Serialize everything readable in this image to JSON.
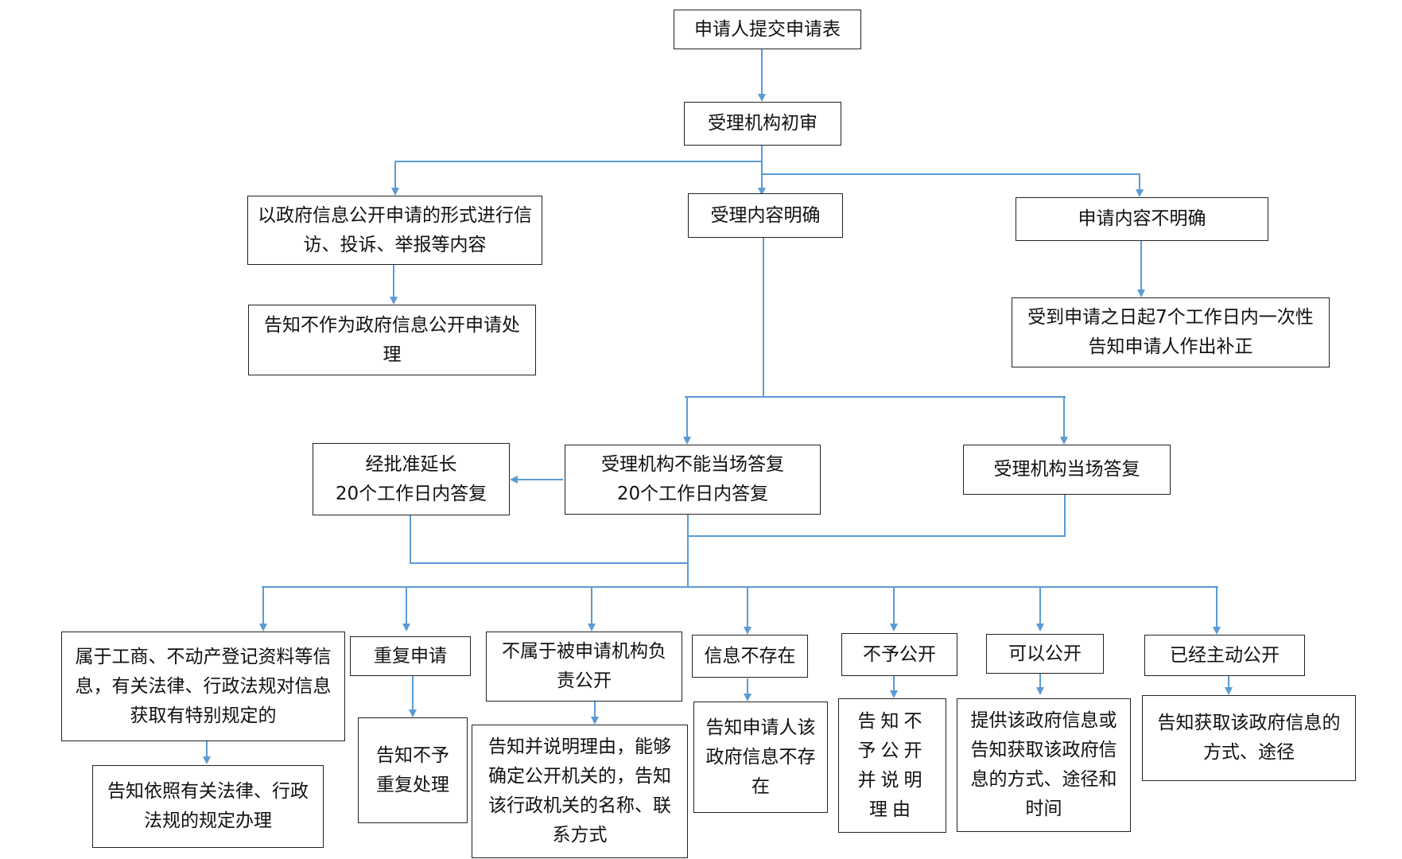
{
  "flowchart": {
    "nodes": {
      "submit": "申请人提交申请表",
      "initial_review": "受理机构初审",
      "petition_content": "以政府信息公开申请的形式进行信访、投诉、举报等内容",
      "content_clear": "受理内容明确",
      "content_unclear": "申请内容不明确",
      "not_disclosure_request": "告知不作为政府信息公开申请处理",
      "supplement_notice": "受到申请之日起7个工作日内一次性告知申请人作出补正",
      "extension": "经批准延长\n20个工作日内答复",
      "cannot_reply_now": "受理机构不能当场答复\n20个工作日内答复",
      "reply_on_spot": "受理机构当场答复",
      "special_laws": "属于工商、不动产登记资料等信息，有关法律、行政法规对信息获取有特别规定的",
      "repeat_request": "重复申请",
      "not_responsible": "不属于被申请机构负责公开",
      "not_exist": "信息不存在",
      "not_public": "不予公开",
      "can_public": "可以公开",
      "already_public": "已经主动公开",
      "handle_by_law": "告知依照有关法律、行政法规的规定办理",
      "no_repeat": "告知不予重复处理",
      "inform_agency": "告知并说明理由，能够确定公开机关的，告知该行政机关的名称、联系方式",
      "inform_not_exist": "告知申请人该政府信息不存在",
      "inform_reason": "告知不予公开并说明理由",
      "provide_info": "提供该政府信息或告知获取该政府信息的方式、途径和时间",
      "inform_access": "告知获取该政府信息的方式、途径"
    },
    "colors": {
      "connector": "#5b9bd5",
      "border": "#222222",
      "text": "#111111",
      "background": "#ffffff"
    }
  }
}
